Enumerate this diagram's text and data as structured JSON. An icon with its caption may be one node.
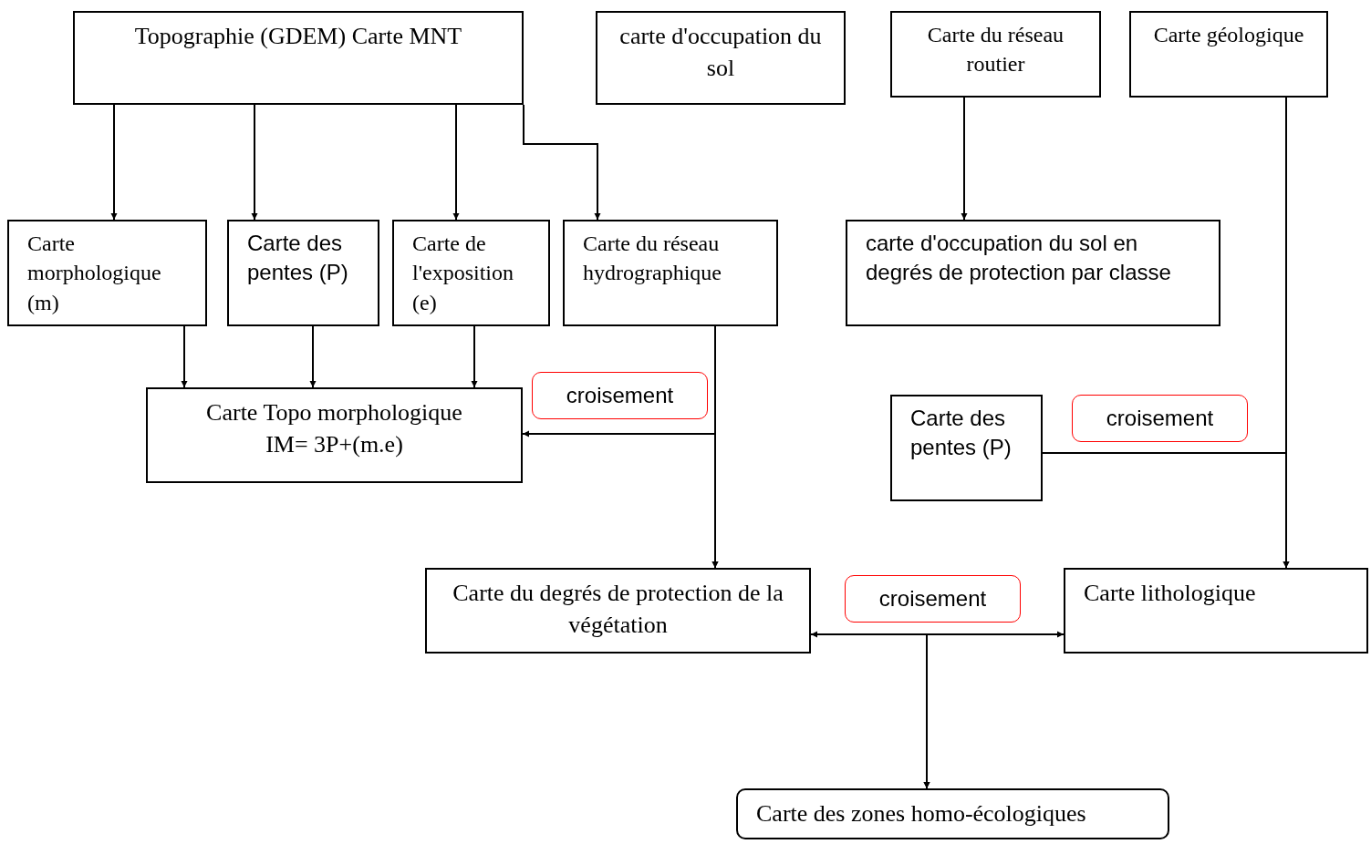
{
  "diagram": {
    "nodes": [
      {
        "text": [
          "Topographie (GDEM) Carte MNT"
        ]
      },
      {
        "text": [
          "carte d'occupation du sol"
        ]
      },
      {
        "text": [
          "Carte du réseau routier"
        ]
      },
      {
        "text": [
          "Carte géologique"
        ]
      },
      {
        "text": [
          "Carte morphologique (m)"
        ]
      },
      {
        "text": [
          "Carte des pentes (P)"
        ]
      },
      {
        "text": [
          "Carte de l'exposition (e)"
        ]
      },
      {
        "text": [
          "Carte du réseau hydrographique"
        ]
      },
      {
        "text": [
          "carte d'occupation du sol en degrés de protection par classe"
        ]
      },
      {
        "text": [
          "Carte Topo morphologique",
          "IM= 3P+(m.e)"
        ]
      },
      {
        "text": [
          "Carte des pentes (P)"
        ]
      },
      {
        "text": [
          "Carte du degrés de protection de la végétation"
        ]
      },
      {
        "text": [
          "Carte lithologique"
        ]
      },
      {
        "text": [
          "Carte des zones homo-écologiques"
        ]
      }
    ],
    "edges": [
      {
        "from": 0,
        "to": 4,
        "arrow": "to"
      },
      {
        "from": 0,
        "to": 5,
        "arrow": "to"
      },
      {
        "from": 0,
        "to": 6,
        "arrow": "to"
      },
      {
        "from": 0,
        "to": 7,
        "arrow": "to"
      },
      {
        "from": 2,
        "to": 8,
        "arrow": "to"
      },
      {
        "from": 3,
        "to": 12,
        "arrow": "to"
      },
      {
        "from": 4,
        "to": 9,
        "arrow": "to"
      },
      {
        "from": 5,
        "to": 9,
        "arrow": "to"
      },
      {
        "from": 6,
        "to": 9,
        "arrow": "to"
      },
      {
        "from": 7,
        "to": 11,
        "arrow": "to"
      },
      {
        "from": 9,
        "to": 11,
        "arrow": "both",
        "label": "croisement"
      },
      {
        "from": 10,
        "to": 12,
        "arrow": "to",
        "label": "croisement"
      },
      {
        "from": 11,
        "to": 12,
        "arrow": "both",
        "label": "croisement"
      },
      {
        "from": 11,
        "to": 13,
        "arrow": "to"
      },
      {
        "from": 12,
        "to": 13,
        "arrow": "to"
      }
    ]
  }
}
